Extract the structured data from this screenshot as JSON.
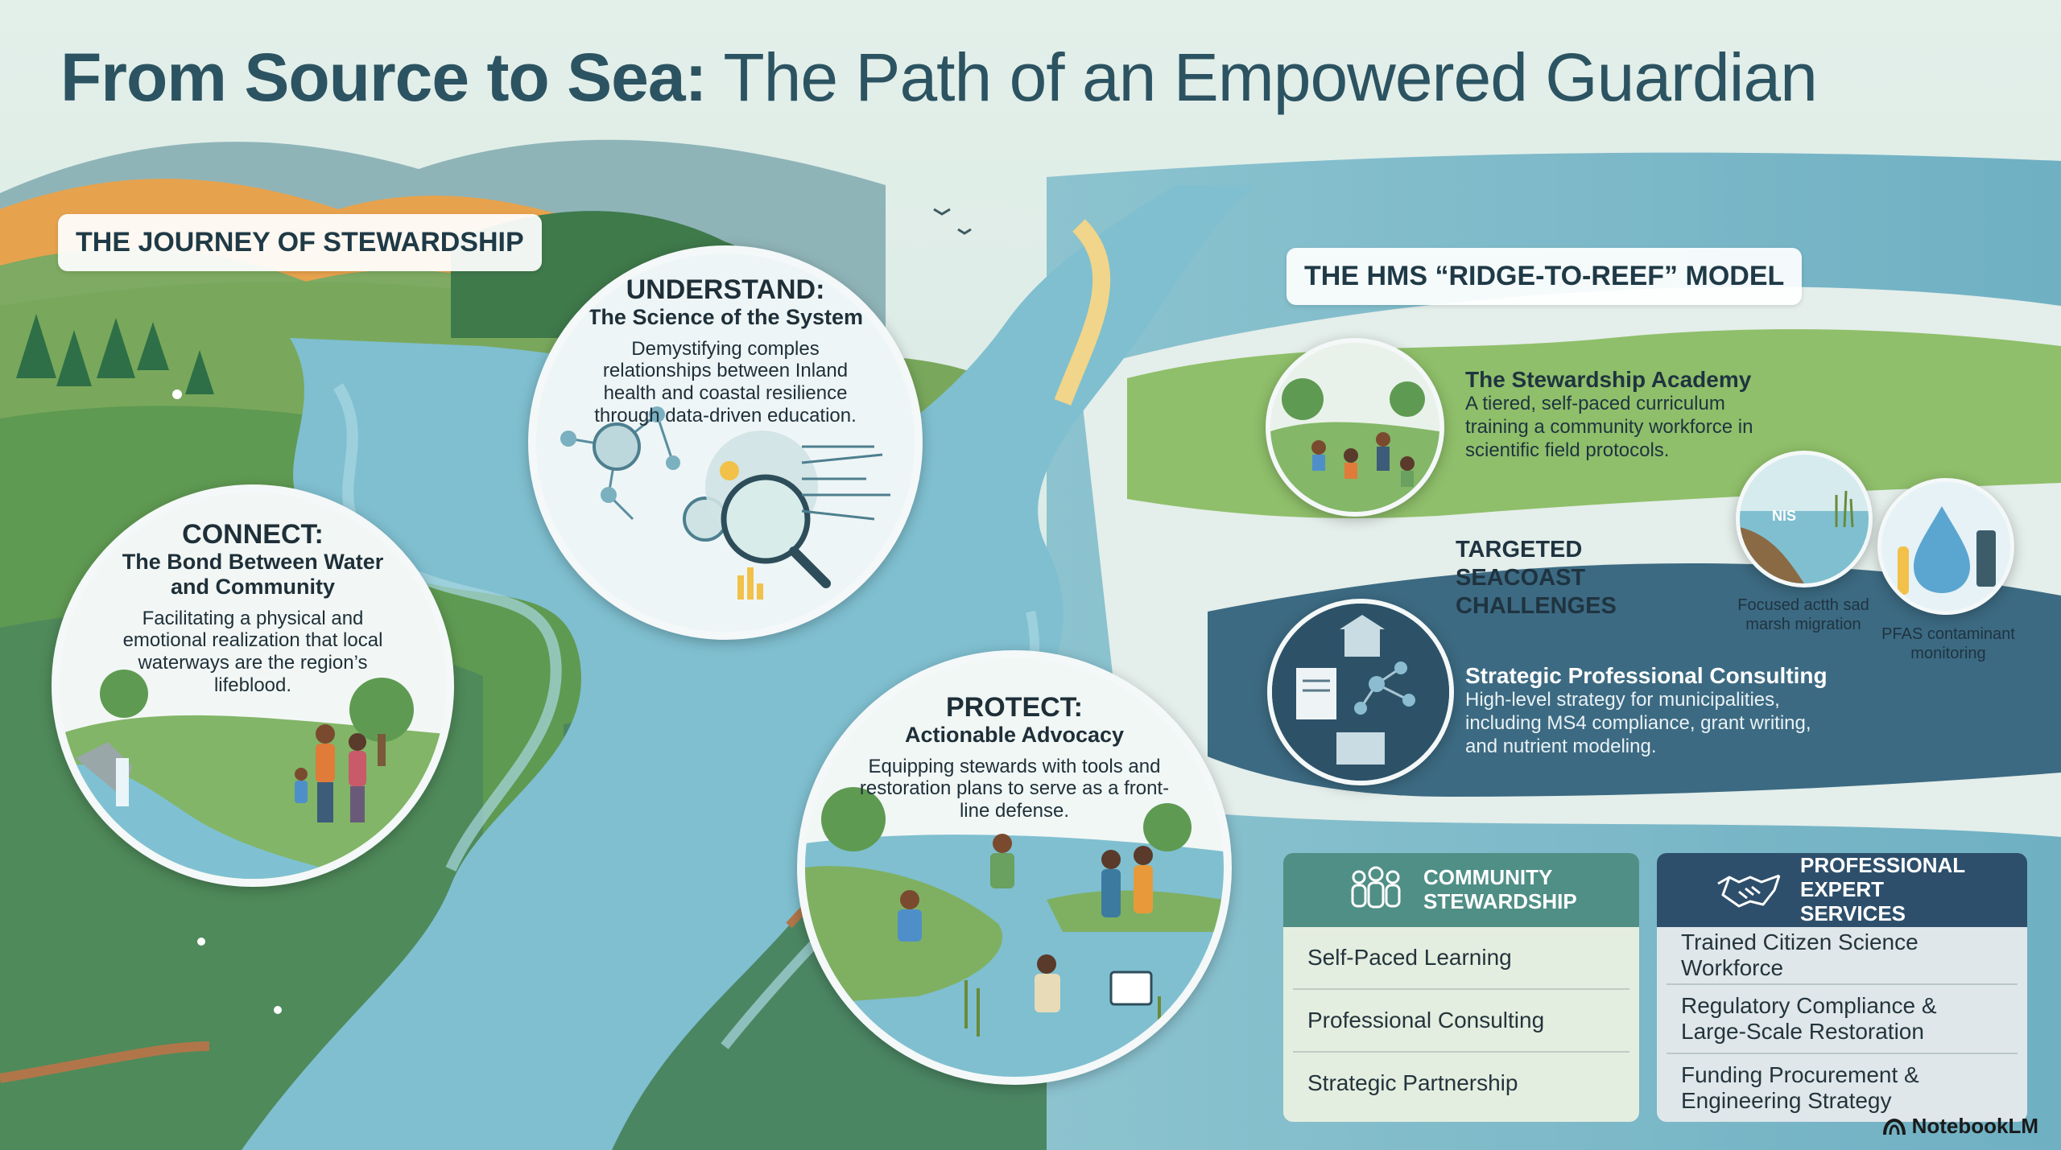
{
  "title": {
    "bold": "From Source to Sea:",
    "light": "The Path of an Empowered Guardian"
  },
  "journey_label": "THE JOURNEY OF STEWARDSHIP",
  "model_label": "THE HMS “RIDGE-TO-REEF” MODEL",
  "connect": {
    "head": "CONNECT:",
    "sub": "The Bond Between Water and Community",
    "body": "Facilitating a physical and emotional realization that local waterways are the region’s lifeblood."
  },
  "understand": {
    "head": "UNDERSTAND:",
    "sub": "The Science of the System",
    "body": "Demystifying comples relationships between Inland health and coastal resilience through data-driven education."
  },
  "protect": {
    "head": "PROTECT:",
    "sub": "Actionable Advocacy",
    "body": "Equipping stewards with tools and restoration plans to serve as a front-line defense."
  },
  "academy": {
    "title": "The Stewardship Academy",
    "body": "A tiered, self-paced curriculum training a community workforce in scientific field protocols."
  },
  "challenges": {
    "title": "TARGETED SEACOAST CHALLENGES",
    "nis_label": "NIS",
    "item1": "Focused actth sad marsh migration",
    "item2": "PFAS contaminant monitoring"
  },
  "consulting": {
    "title": "Strategic Professional Consulting",
    "body": "High-level strategy for municipalities, including MS4 compliance, grant writing, and nutrient modeling."
  },
  "community_table": {
    "header": "COMMUNITY STEWARDSHIP",
    "rows": [
      "Self-Paced Learning",
      "Professional Consulting",
      "Strategic Partnership"
    ]
  },
  "expert_table": {
    "header": "PROFESSIONAL EXPERT SERVICES",
    "rows": [
      "Trained Citizen Science Workforce",
      "Regulatory Compliance & Large-Scale Restoration",
      "Funding Procurement & Engineering Strategy"
    ]
  },
  "brand": "NotebookLM",
  "colors": {
    "river": "#6fb3c6",
    "hill_green": "#6fa55a",
    "title": "#2c5361",
    "community_header": "#4f8f86",
    "expert_header": "#2d4f6b",
    "consulting_band": "#3c6a82"
  }
}
